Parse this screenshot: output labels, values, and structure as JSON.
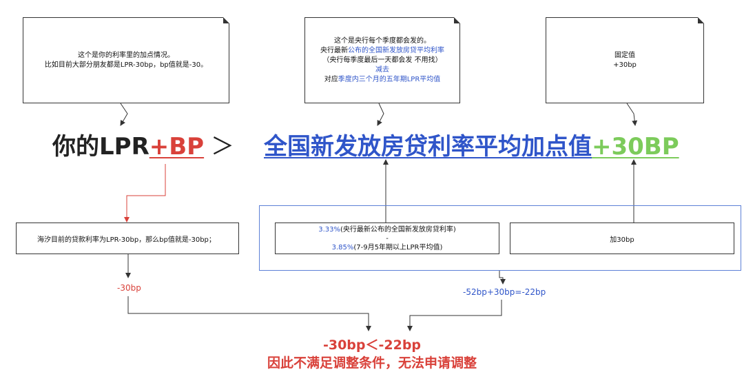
{
  "notes": {
    "left": {
      "line1": "这个是你的利率里的加点情况。",
      "line2": "比如目前大部分朋友都是LPR-30bp，bp值就是-30。"
    },
    "middle": {
      "line1": "这个是央行每个季度都会发的。",
      "line2_prefix": "央行最新",
      "line2_highlight": "公布的全国新发放房贷平均利率",
      "line3": "（央行每季度最后一天都会发 不用找）",
      "line4": "减去",
      "line5_prefix": "对应",
      "line5_highlight": "季度内三个月的五年期LPR平均值"
    },
    "right": {
      "line1": "固定值",
      "line2": "+30bp"
    }
  },
  "formula": {
    "left_part": "你的LPR",
    "left_bp": "+BP",
    "comparator": "＞",
    "right_part": "全国新发放房贷利率平均加点值",
    "right_bp": "+30BP"
  },
  "boxes": {
    "left": "海汐目前的贷款利率为LPR-30bp，那么bp值就是-30bp；",
    "middle": {
      "line1_value": "3.33%",
      "line1_text": "(央行最新公布的全国新发放房贷利率)",
      "line2": "-",
      "line3_value": "3.85%",
      "line3_text": "(7-9月5年期以上LPR平均值)"
    },
    "right": "加30bp"
  },
  "results": {
    "left": "-30bp",
    "right": "-52bp+30bp=-22bp",
    "final_compare": "-30bp＜-22bp",
    "conclusion": "因此不满足调整条件，无法申请调整"
  },
  "colors": {
    "red": "#d9413a",
    "blue": "#2f55c9",
    "green": "#7ccb5b"
  }
}
